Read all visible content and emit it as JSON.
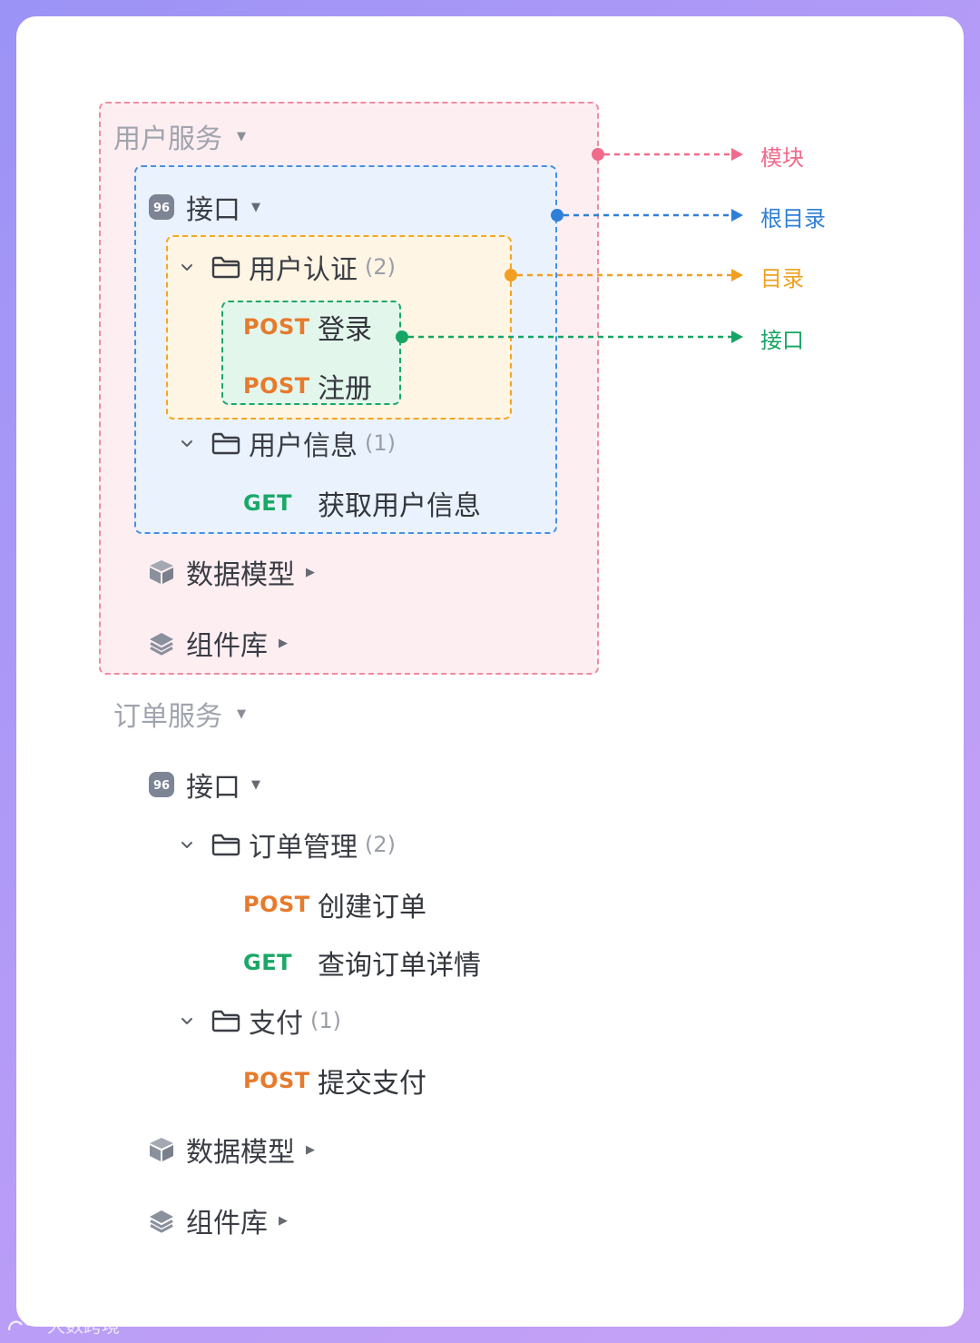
{
  "modules": [
    {
      "name": "用户服务",
      "root": {
        "label": "接口"
      },
      "folders": [
        {
          "name": "用户认证",
          "count": "(2)",
          "apis": [
            {
              "method": "POST",
              "name": "登录"
            },
            {
              "method": "POST",
              "name": "注册"
            }
          ]
        },
        {
          "name": "用户信息",
          "count": "(1)",
          "apis": [
            {
              "method": "GET",
              "name": "获取用户信息"
            }
          ]
        }
      ],
      "data_models": "数据模型",
      "components": "组件库"
    },
    {
      "name": "订单服务",
      "root": {
        "label": "接口"
      },
      "folders": [
        {
          "name": "订单管理",
          "count": "(2)",
          "apis": [
            {
              "method": "POST",
              "name": "创建订单"
            },
            {
              "method": "GET",
              "name": "查询订单详情"
            }
          ]
        },
        {
          "name": "支付",
          "count": "(1)",
          "apis": [
            {
              "method": "POST",
              "name": "提交支付"
            }
          ]
        }
      ],
      "data_models": "数据模型",
      "components": "组件库"
    }
  ],
  "legend": {
    "module": "模块",
    "root": "根目录",
    "directory": "目录",
    "api": "接口"
  },
  "colors": {
    "module": "#f06a8b",
    "root": "#2f7fd8",
    "directory": "#f0a020",
    "api": "#16a564",
    "post": "#e77a2c",
    "get": "#1aa867"
  },
  "icons": {
    "root": "api-icon",
    "folder": "folder-icon",
    "data_models": "cube-icon",
    "components": "layers-icon",
    "expand": "chevron-down-icon",
    "collapse_caret": "caret-down-icon",
    "expand_caret": "caret-right-icon"
  },
  "watermark": "大数跨境"
}
